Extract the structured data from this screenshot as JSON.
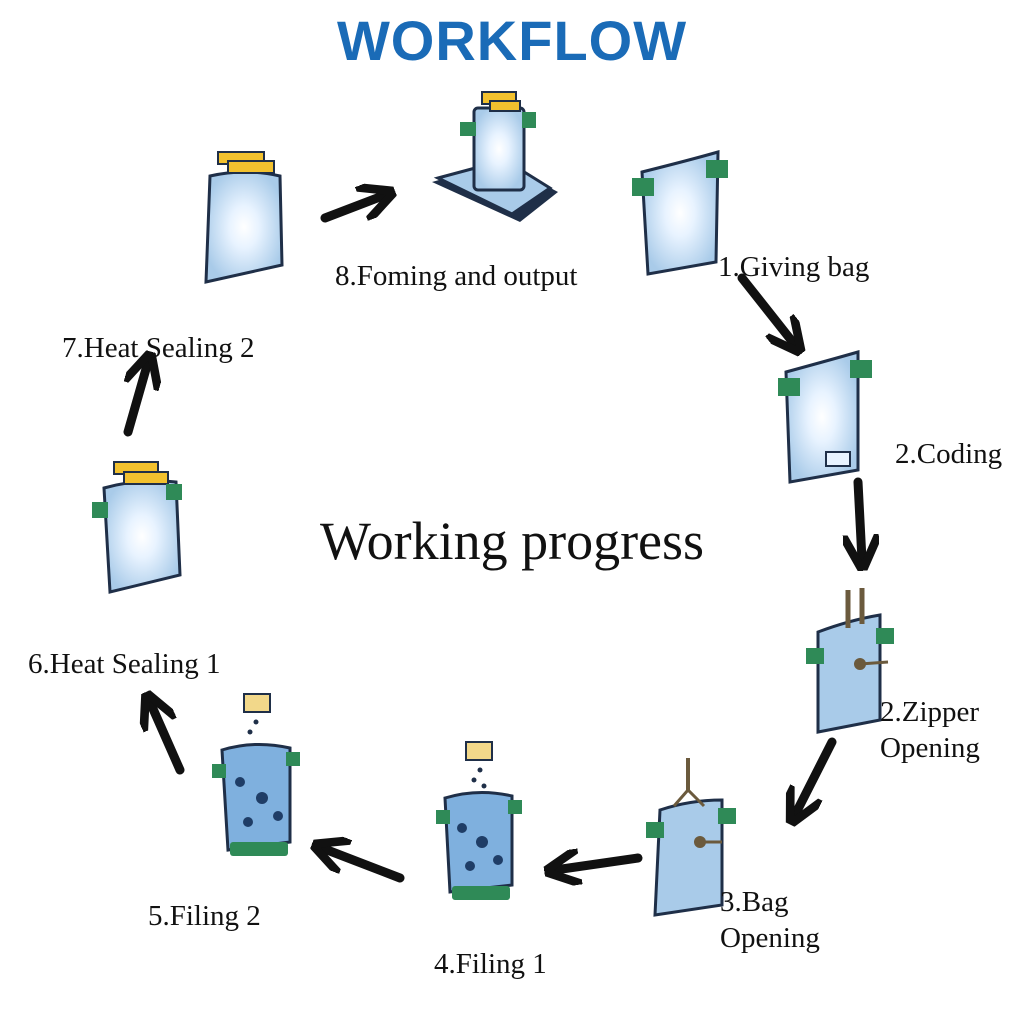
{
  "title": "WORKFLOW",
  "center_label": "Working progress",
  "colors": {
    "title": "#1a6bb7",
    "bag_fill": "#a9cbe9",
    "bag_light": "#e8f3ff",
    "clip": "#2f8a57",
    "sealer": "#f2c12e",
    "arrow": "#111111"
  },
  "steps": [
    {
      "id": "giving-bag",
      "lines": [
        "1.Giving bag"
      ]
    },
    {
      "id": "coding",
      "lines": [
        "2.Coding"
      ]
    },
    {
      "id": "zipper-opening",
      "lines": [
        "2.Zipper",
        "Opening"
      ]
    },
    {
      "id": "bag-opening",
      "lines": [
        "3.Bag",
        "Opening"
      ]
    },
    {
      "id": "filing-1",
      "lines": [
        "4.Filing 1"
      ]
    },
    {
      "id": "filing-2",
      "lines": [
        "5.Filing 2"
      ]
    },
    {
      "id": "heat-sealing-1",
      "lines": [
        "6.Heat Sealing 1"
      ]
    },
    {
      "id": "heat-sealing-2",
      "lines": [
        "7.Heat Sealing 2"
      ]
    },
    {
      "id": "forming-output",
      "lines": [
        "8.Foming and output"
      ]
    }
  ]
}
